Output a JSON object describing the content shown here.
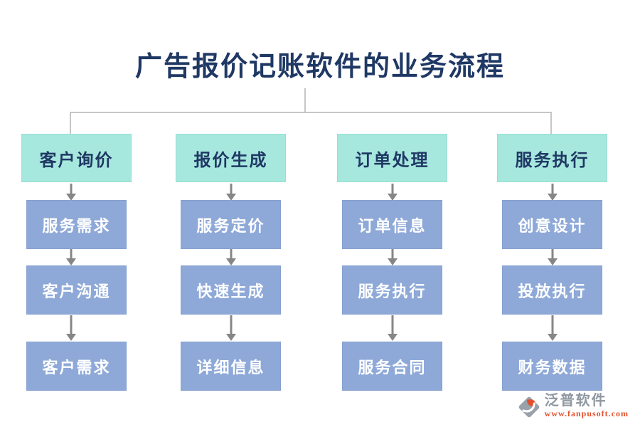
{
  "title": "广告报价记账软件的业务流程",
  "flow": {
    "columns": [
      {
        "header": "客户询价",
        "steps": [
          "服务需求",
          "客户沟通",
          "客户需求"
        ]
      },
      {
        "header": "报价生成",
        "steps": [
          "服务定价",
          "快速生成",
          "详细信息"
        ]
      },
      {
        "header": "订单处理",
        "steps": [
          "订单信息",
          "服务执行",
          "服务合同"
        ]
      },
      {
        "header": "服务执行",
        "steps": [
          "创意设计",
          "投放执行",
          "财务数据"
        ]
      }
    ]
  },
  "footer": {
    "brand": "泛普软件",
    "url": "www.fanpusoft.com"
  },
  "colors": {
    "title_text": "#1f3864",
    "header_fill": "#a7e8de",
    "header_text": "#1f3864",
    "step_fill": "#8ea9d8",
    "step_text": "#ffffff",
    "connector_line": "#c6c6c6",
    "arrow": "#868686",
    "logo_grey": "#9097a0",
    "logo_orange": "#e2512e"
  }
}
